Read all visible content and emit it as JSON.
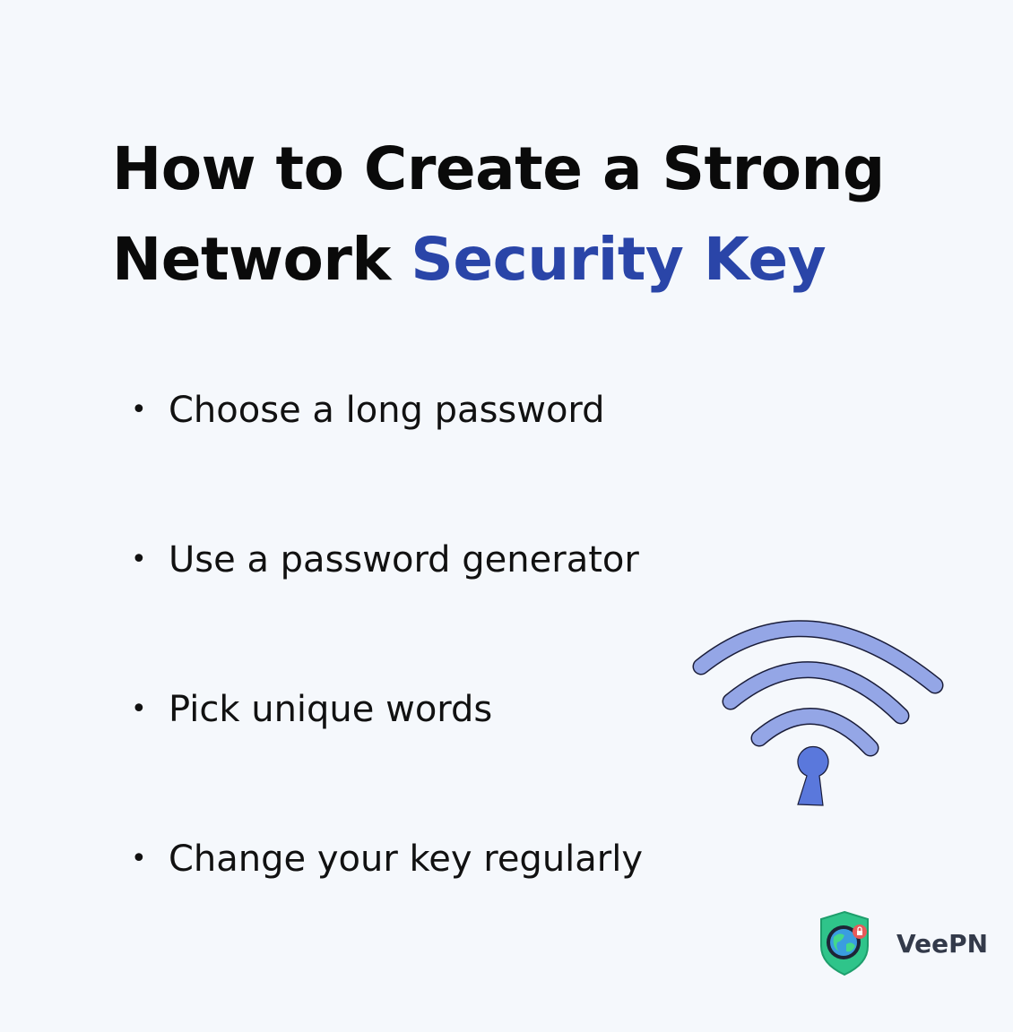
{
  "title": {
    "line1": "How to Create a Strong",
    "line2_plain": "Network ",
    "line2_accent": "Security Key"
  },
  "bullets": [
    "Choose a long password",
    "Use a password generator",
    "Pick unique words",
    "Change your key regularly"
  ],
  "bullet_glyph": "•",
  "brand": {
    "name": "VeePN"
  },
  "colors": {
    "accent": "#2a45a8",
    "wifi": "#94a6e6",
    "keyhole": "#5a78dc",
    "background": "#f5f8fc"
  }
}
